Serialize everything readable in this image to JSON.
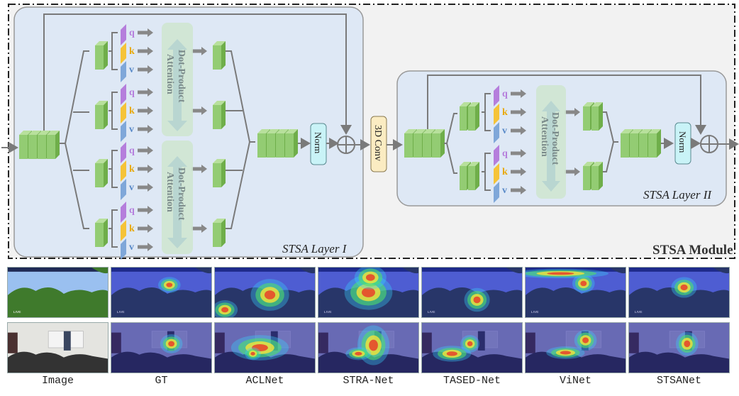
{
  "module": {
    "title": "STSA Module",
    "layer1_label": "STSA Layer I",
    "layer2_label": "STSA Layer II",
    "conv_label": "3D Conv",
    "norm_label": "Norm",
    "attention_label_line1": "Dot-Product",
    "attention_label_line2": "Attention",
    "qkv": [
      "q",
      "k",
      "v"
    ],
    "colors": {
      "module_bg": "#f2f2f2",
      "layer_bg": "#dee8f5",
      "feature_green": "#8dc56b",
      "q_purple": "#b57edc",
      "k_yellow": "#f5c338",
      "v_blue": "#7fa7d9",
      "attention_bg": "#cfe5d2",
      "norm_bg": "#c9f3f7",
      "conv_bg": "#fbecc2",
      "arrow_gray": "#7a7a7a"
    }
  },
  "comparison": {
    "columns": [
      "Image",
      "GT",
      "ACLNet",
      "STRA-Net",
      "TASED-Net",
      "ViNet",
      "STSANet"
    ],
    "rows": [
      {
        "scene": "outdoor trees sky (LIVE broadcast)"
      },
      {
        "scene": "classroom with lecturer"
      }
    ],
    "overlay_text": "LIVE"
  }
}
